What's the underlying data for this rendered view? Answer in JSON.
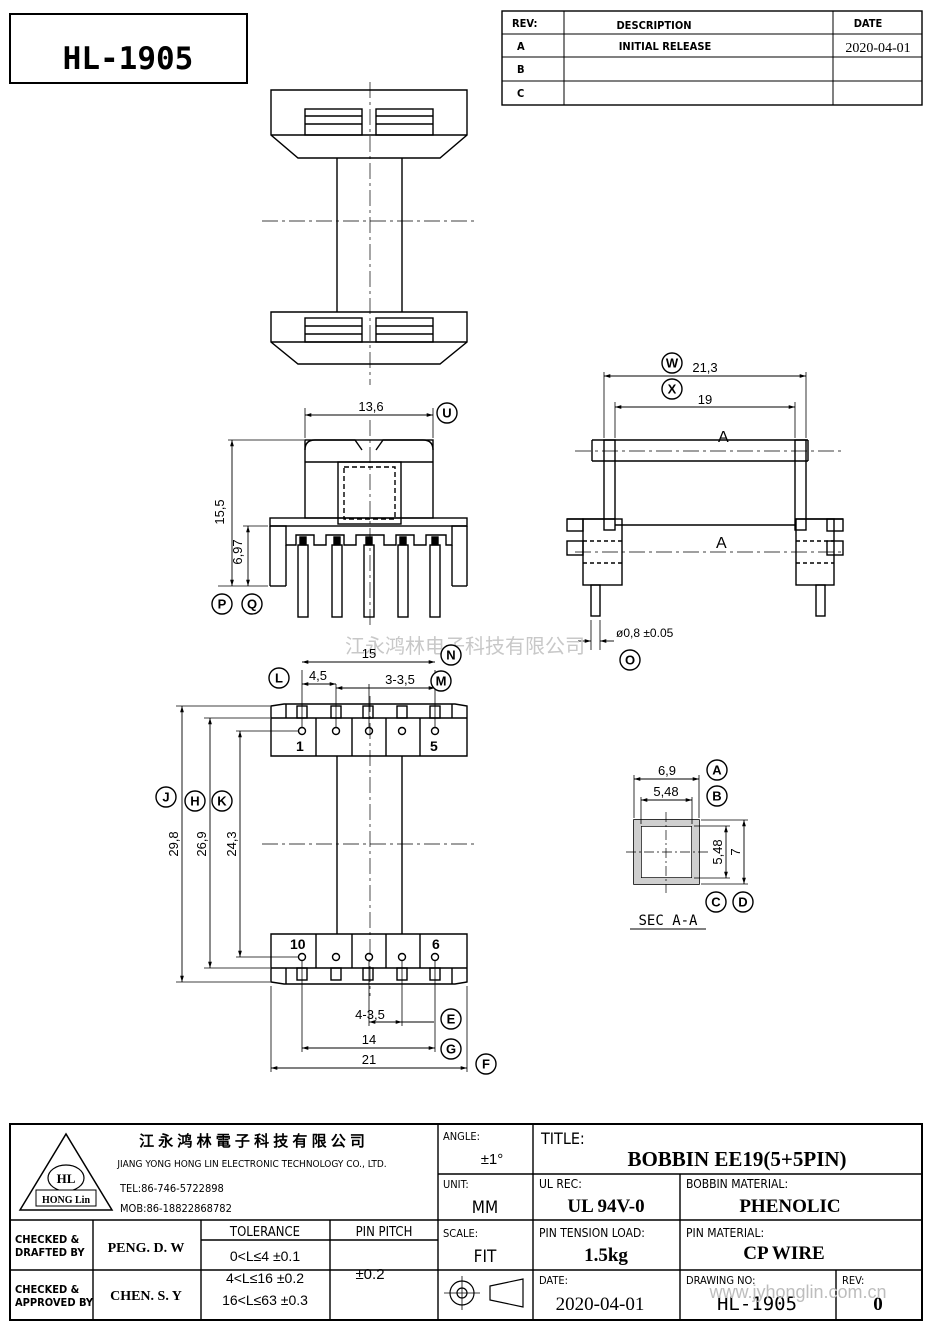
{
  "part_number": "HL-1905",
  "revision_table": {
    "headers": {
      "rev": "REV:",
      "description": "DESCRIPTION",
      "date": "DATE"
    },
    "rows": [
      {
        "rev": "A",
        "description": "INITIAL RELEASE",
        "date": "2020-04-01"
      },
      {
        "rev": "B",
        "description": "",
        "date": ""
      },
      {
        "rev": "C",
        "description": "",
        "date": ""
      }
    ]
  },
  "dimensions": {
    "W": "21,3",
    "X": "19",
    "U_width": "13,6",
    "height_total": "15,5",
    "height_pin": "6,97",
    "pin_diameter": "ø0,8 ±0.05",
    "N": "15",
    "L": "4,5",
    "M": "3-3,5",
    "J": "29,8",
    "H": "26,9",
    "K": "24,3",
    "E": "4-3,5",
    "G": "14",
    "F": "21",
    "A": "6,9",
    "B": "5,48",
    "C": "5,48",
    "D": "7"
  },
  "callouts": [
    "W",
    "X",
    "U",
    "P",
    "Q",
    "O",
    "N",
    "L",
    "M",
    "J",
    "H",
    "K",
    "E",
    "G",
    "F",
    "A",
    "B",
    "C",
    "D"
  ],
  "section_marks": {
    "upper": "A",
    "lower": "A"
  },
  "section_label": "SEC A-A",
  "pin_numbers": {
    "top_left": "1",
    "top_right": "5",
    "bottom_left": "10",
    "bottom_right": "6"
  },
  "watermark": "江永鸿林电子科技有限公司",
  "company": {
    "name_cn": "江 永 鸿 林 電 子 科 技 有 限 公 司",
    "name_en": "JIANG YONG HONG LIN ELECTRONIC TECHNOLOGY CO., LTD.",
    "tel": "TEL:86-746-5722898",
    "mob": "MOB:86-18822868782",
    "logo_text": "HL",
    "logo_sub": "HONG Lin"
  },
  "title_block": {
    "angle_label": "ANGLE:",
    "angle_value": "±1°",
    "title_label": "TITLE:",
    "title_value": "BOBBIN   EE19(5+5PIN)",
    "unit_label": "UNIT:",
    "unit_value": "MM",
    "ul_label": "UL REC:",
    "ul_value": "UL 94V-0",
    "material_label": "BOBBIN MATERIAL:",
    "material_value": "PHENOLIC",
    "checked_drafted_label_1": "CHECKED &",
    "checked_drafted_label_2": "DRAFTED BY",
    "checked_drafted_value": "PENG. D. W",
    "tolerance_label": "TOLERANCE",
    "tolerance_rows": [
      "0<L≤4  ±0.1",
      "4<L≤16 ±0.2",
      "16<L≤63 ±0.3"
    ],
    "pin_pitch_label": "PIN PITCH",
    "pin_pitch_value": "±0.2",
    "scale_label": "SCALE:",
    "scale_value": "FIT",
    "pin_tension_label": "PIN TENSION LOAD:",
    "pin_tension_value": "1.5kg",
    "pin_material_label": "PIN MATERIAL:",
    "pin_material_value": "CP WIRE",
    "checked_approved_label_1": "CHECKED &",
    "checked_approved_label_2": "APPROVED BY",
    "checked_approved_value": "CHEN. S. Y",
    "date_label": "DATE:",
    "date_value": "2020-04-01",
    "drawing_no_label": "DRAWING NO:",
    "drawing_no_value": "HL-1905",
    "rev_label": "REV:",
    "rev_value": "0",
    "footer_url": "www.jyhonglin.com.cn"
  }
}
